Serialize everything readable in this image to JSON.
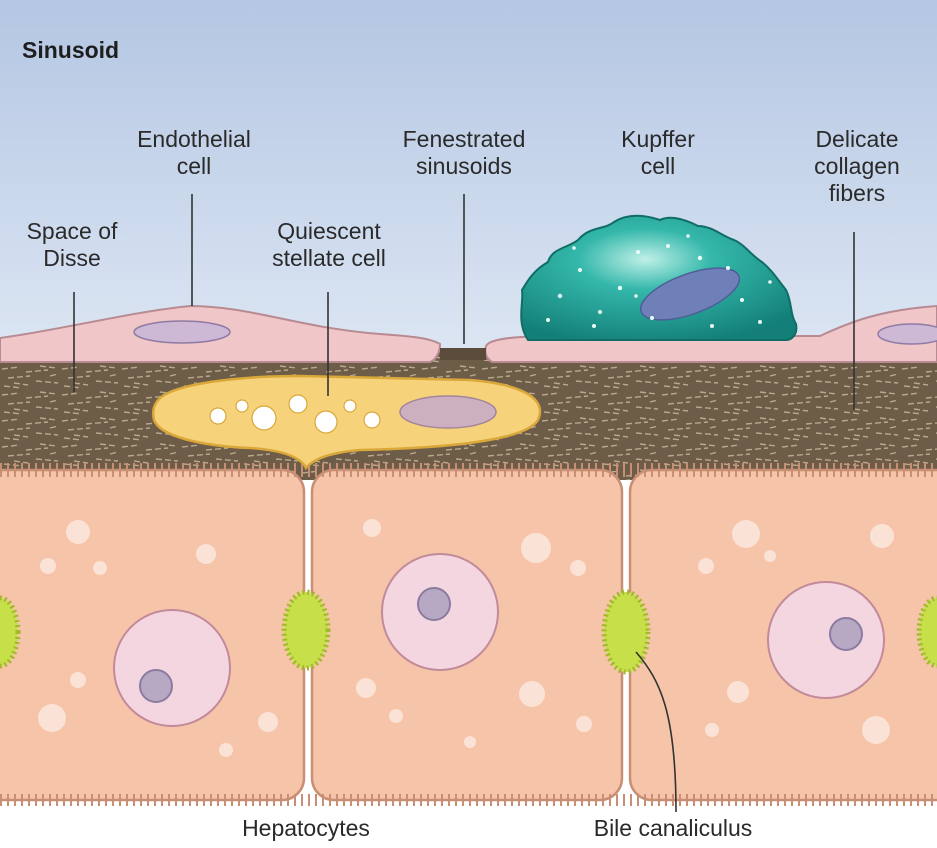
{
  "title": "Sinusoid",
  "labels": {
    "endothelial_cell": "Endothelial\ncell",
    "fenestrated_sinusoids": "Fenestrated\nsinusoids",
    "kupffer_cell": "Kupffer\ncell",
    "delicate_collagen_fibers": "Delicate\ncollagen\nfibers",
    "space_of_disse": "Space of\nDisse",
    "quiescent_stellate_cell": "Quiescent\nstellate cell",
    "hepatocytes": "Hepatocytes",
    "bile_canaliculus": "Bile canaliculus"
  },
  "colors": {
    "sky": "#c6d6ec",
    "endothelium": "#f1c6c8",
    "space_of_disse": "#6b5a46",
    "stellate": "#f6d37a",
    "hepatocyte": "#f6c4a8",
    "nucleus": "#f4d6e0",
    "nucleolus": "#b7a9c4",
    "kupffer": "#1fa59a",
    "bile": "#c7e04a"
  }
}
